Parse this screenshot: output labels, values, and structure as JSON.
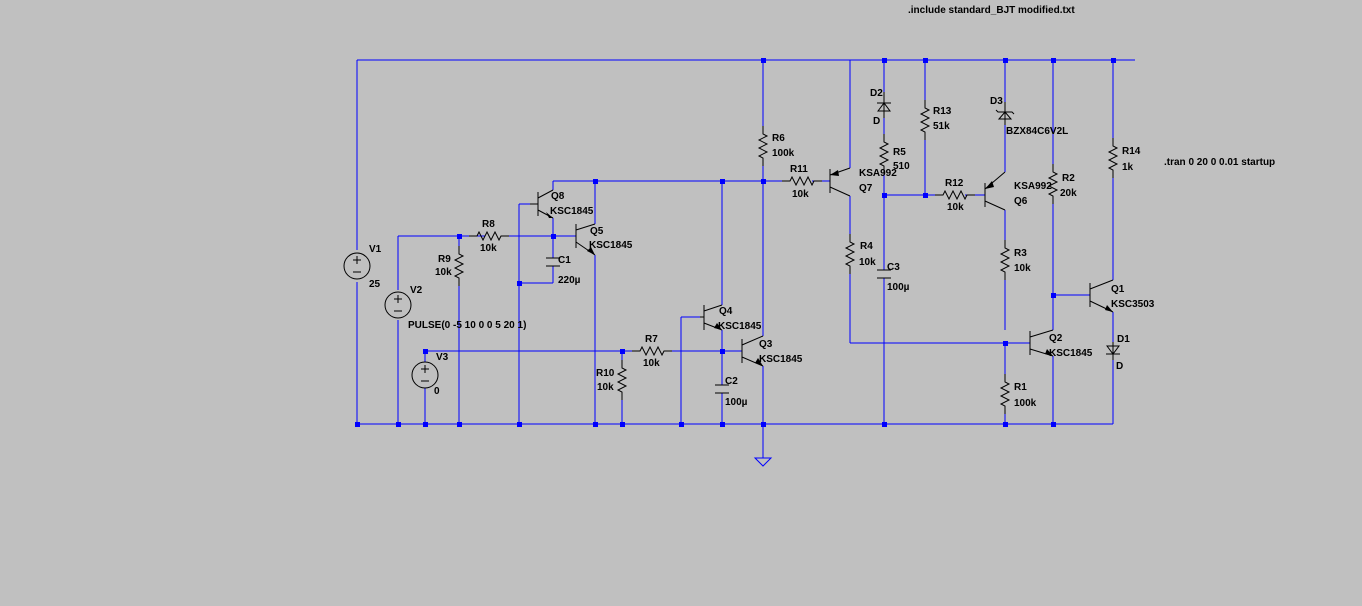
{
  "directives": {
    "include": ".include standard_BJT modified.txt",
    "tran": ".tran 0 20 0 0.01 startup"
  },
  "components": {
    "V1": {
      "name": "V1",
      "value": "25"
    },
    "V2": {
      "name": "V2",
      "value": "PULSE(0 -5 10 0 0 5 20 1)"
    },
    "V3": {
      "name": "V3",
      "value": "0"
    },
    "R1": {
      "name": "R1",
      "value": "100k"
    },
    "R2": {
      "name": "R2",
      "value": "20k"
    },
    "R3": {
      "name": "R3",
      "value": "10k"
    },
    "R4": {
      "name": "R4",
      "value": "10k"
    },
    "R5": {
      "name": "R5",
      "value": "510"
    },
    "R6": {
      "name": "R6",
      "value": "100k"
    },
    "R7": {
      "name": "R7",
      "value": "10k"
    },
    "R8": {
      "name": "R8",
      "value": "10k"
    },
    "R9": {
      "name": "R9",
      "value": "10k"
    },
    "R10": {
      "name": "R10",
      "value": "10k"
    },
    "R11": {
      "name": "R11",
      "value": "10k"
    },
    "R12": {
      "name": "R12",
      "value": "10k"
    },
    "R13": {
      "name": "R13",
      "value": "51k"
    },
    "R14": {
      "name": "R14",
      "value": "1k"
    },
    "C1": {
      "name": "C1",
      "value": "220µ"
    },
    "C2": {
      "name": "C2",
      "value": "100µ"
    },
    "C3": {
      "name": "C3",
      "value": "100µ"
    },
    "D1": {
      "name": "D1",
      "value": "D"
    },
    "D2": {
      "name": "D2",
      "value": "D"
    },
    "D3": {
      "name": "D3",
      "value": "BZX84C6V2L"
    },
    "Q1": {
      "name": "Q1",
      "value": "KSC3503"
    },
    "Q2": {
      "name": "Q2",
      "value": "KSC1845"
    },
    "Q3": {
      "name": "Q3",
      "value": "KSC1845"
    },
    "Q4": {
      "name": "Q4",
      "value": "KSC1845"
    },
    "Q5": {
      "name": "Q5",
      "value": "KSC1845"
    },
    "Q6": {
      "name": "Q6",
      "value": "KSA992"
    },
    "Q7": {
      "name": "Q7",
      "value": "KSA992"
    },
    "Q8": {
      "name": "Q8",
      "value": "KSC1845"
    }
  },
  "colors": {
    "background": "#c0c0c0",
    "wire": "#0000ff",
    "component": "#000000"
  }
}
